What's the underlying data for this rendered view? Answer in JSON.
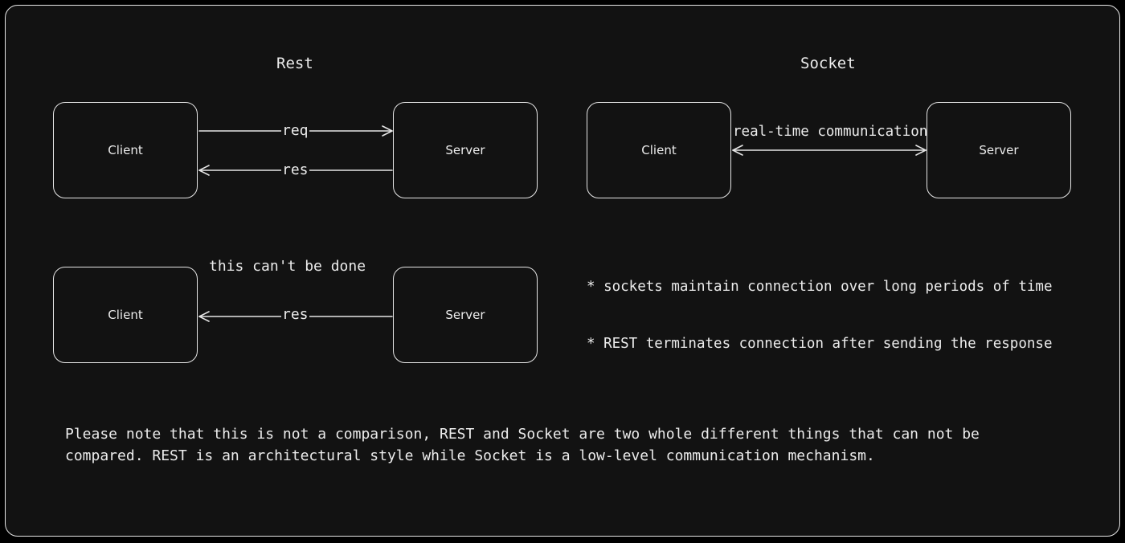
{
  "rest": {
    "heading": "Rest",
    "top": {
      "client": "Client",
      "server": "Server",
      "req_label": "req",
      "res_label": "res"
    },
    "bottom": {
      "client": "Client",
      "server": "Server",
      "res_label": "res",
      "note": "this can't be done"
    }
  },
  "socket": {
    "heading": "Socket",
    "client": "Client",
    "server": "Server",
    "link_label": "real-time communication"
  },
  "notes": [
    "* sockets maintain connection over long periods of time",
    "* REST terminates connection after sending the response"
  ],
  "footer": {
    "line1": "Please note that this is not a comparison, REST and Socket are two whole different things that can not be",
    "line2": "compared. REST is an architectural style while Socket is a low-level communication mechanism."
  },
  "colors": {
    "background": "#121212",
    "stroke": "#e6e6e6",
    "text": "#ececec"
  }
}
